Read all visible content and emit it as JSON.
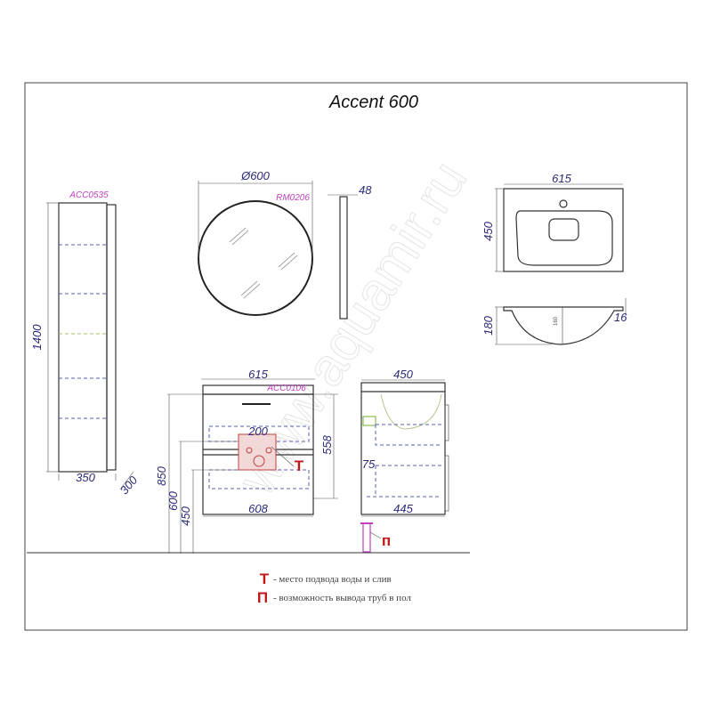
{
  "title": "Accent 600",
  "column": {
    "code": "ACC0535",
    "height": "1400",
    "width": "350",
    "depth": "300"
  },
  "mirror": {
    "code": "RM0206",
    "diameter": "Ø600",
    "thickness": "48"
  },
  "sink": {
    "width": "615",
    "depth": "450",
    "height": "180",
    "rim": "16",
    "inner_depth": "160"
  },
  "vanity_front": {
    "code": "ACC0106",
    "top_width": "615",
    "body_width": "608",
    "height": "558",
    "niche_width": "200",
    "mount_height": "850",
    "water_height": "600",
    "drain_height": "450",
    "marker": "T"
  },
  "vanity_side": {
    "top_depth": "450",
    "body_depth": "445",
    "offset": "75",
    "marker": "п"
  },
  "legend": [
    {
      "symbol": "T",
      "text": "- место подвода воды и слив"
    },
    {
      "symbol": "П",
      "text": "- возможность вывода труб в пол"
    }
  ],
  "watermark": "www.aquamir.ru",
  "colors": {
    "dimension": "#2a2a7a",
    "code": "#c040c0",
    "marker": "#c01818"
  }
}
